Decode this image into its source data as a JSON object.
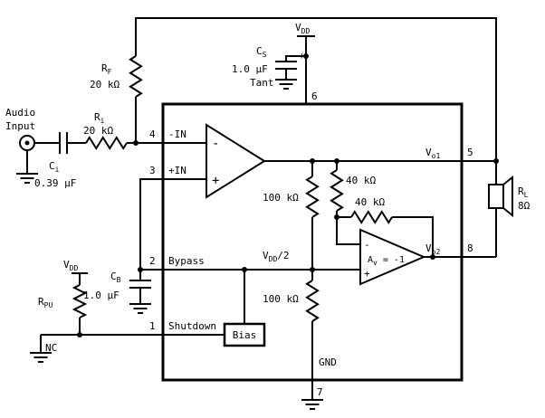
{
  "diagram": {
    "type": "circuit-schematic",
    "description": "Audio power amplifier typical application block diagram (bridge-tied load)"
  },
  "labels": {
    "audio_input_line1": "Audio",
    "audio_input_line2": "Input",
    "ci": {
      "name": "C",
      "sub": "i",
      "value": "0.39 µF"
    },
    "ri": {
      "name": "R",
      "sub": "i",
      "value": "20 kΩ"
    },
    "rf": {
      "name": "R",
      "sub": "F",
      "value": "20 kΩ"
    },
    "vdd": {
      "name": "V",
      "sub": "DD"
    },
    "vdd_half": {
      "name": "V",
      "sub": "DD",
      "suffix": "/2"
    },
    "cs": {
      "name": "C",
      "sub": "S",
      "value": "1.0 µF",
      "note": "Tant",
      "polarity": "+"
    },
    "cb": {
      "name": "C",
      "sub": "B",
      "value": "1.0 µF"
    },
    "rpu": {
      "name": "R",
      "sub": "PU"
    },
    "rl": {
      "name": "R",
      "sub": "L",
      "value": "8Ω"
    },
    "vo1": {
      "name": "V",
      "sub": "o1"
    },
    "vo2": {
      "name": "V",
      "sub": "o2"
    },
    "av": {
      "name": "A",
      "sub": "v",
      "suffix": " = -1"
    },
    "r100k": "100 kΩ",
    "r40k": "40 kΩ",
    "neg_in": "-IN",
    "pos_in": "+IN",
    "minus": "-",
    "plus": "+",
    "bypass": "Bypass",
    "shutdown": "Shutdown",
    "bias": "Bias",
    "gnd": "GND",
    "nc": "NC",
    "pins": {
      "p1": "1",
      "p2": "2",
      "p3": "3",
      "p4": "4",
      "p5": "5",
      "p6": "6",
      "p7": "7",
      "p8": "8"
    }
  },
  "colors": {
    "wire": "#000000",
    "background": "#ffffff"
  }
}
